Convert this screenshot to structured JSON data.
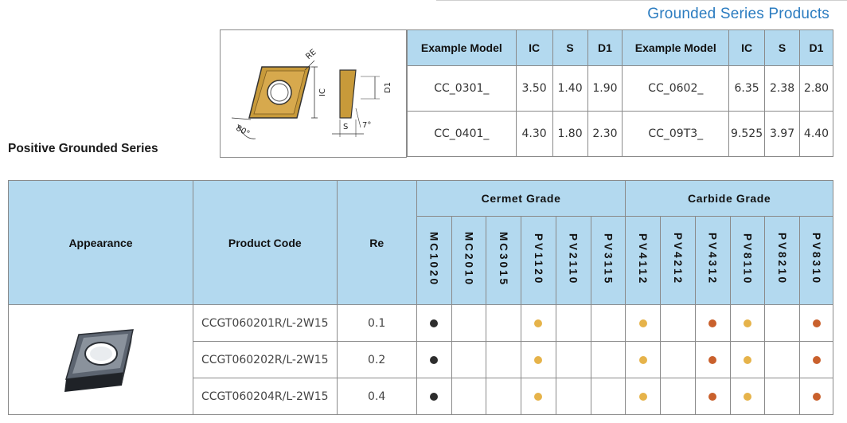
{
  "page_title": "Grounded Series Products",
  "series_title": "Positive Grounded Series",
  "diagram": {
    "label_re": "RE",
    "label_ic": "IC",
    "label_d1": "D1",
    "label_s": "S",
    "angle_80": "80°",
    "angle_7": "7°"
  },
  "spec_table": {
    "headers": [
      "Example Model",
      "IC",
      "S",
      "D1",
      "Example Model",
      "IC",
      "S",
      "D1"
    ],
    "rows": [
      [
        "CC_0301_",
        "3.50",
        "1.40",
        "1.90",
        "CC_0602_",
        "6.35",
        "2.38",
        "2.80"
      ],
      [
        "CC_0401_",
        "4.30",
        "1.80",
        "2.30",
        "CC_09T3_",
        "9.525",
        "3.97",
        "4.40"
      ]
    ]
  },
  "main_table": {
    "col_appearance": "Appearance",
    "col_product_code": "Product Code",
    "col_re": "Re",
    "group_cermet": "Cermet Grade",
    "group_carbide": "Carbide Grade",
    "grades": [
      "MC1020",
      "MC2010",
      "MC3015",
      "PV1120",
      "PV2110",
      "PV3115",
      "PV4112",
      "PV4212",
      "PV4312",
      "PV8110",
      "PV8210",
      "PV8310"
    ],
    "rows": [
      {
        "code": "CCGT060201R/L-2W15",
        "re": "0.1",
        "marks": [
          "black",
          "",
          "",
          "gold",
          "",
          "",
          "gold",
          "",
          "copper",
          "gold",
          "",
          "copper"
        ]
      },
      {
        "code": "CCGT060202R/L-2W15",
        "re": "0.2",
        "marks": [
          "black",
          "",
          "",
          "gold",
          "",
          "",
          "gold",
          "",
          "copper",
          "gold",
          "",
          "copper"
        ]
      },
      {
        "code": "CCGT060204R/L-2W15",
        "re": "0.4",
        "marks": [
          "black",
          "",
          "",
          "gold",
          "",
          "",
          "gold",
          "",
          "copper",
          "gold",
          "",
          "copper"
        ]
      }
    ]
  },
  "colors": {
    "header_bg": "#b3d9ef",
    "title_blue": "#2b7cc0",
    "mark_black": "#2d2d2d",
    "mark_gold": "#e6b34a",
    "mark_copper": "#c9602c"
  }
}
